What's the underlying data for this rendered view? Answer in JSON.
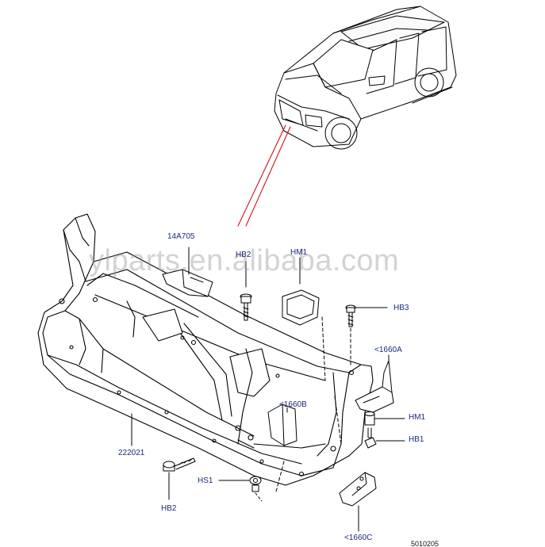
{
  "watermark": "ylparts.en.alibaba.com",
  "diagram_ref": "5010205",
  "parts": {
    "p14a705": "14A705",
    "hb2_top": "HB2",
    "hm1_top": "HM1",
    "hb3": "HB3",
    "b1660a": "<1660A",
    "b1660b": "<1660B",
    "hm1": "HM1",
    "hb1": "HB1",
    "p222021": "222021",
    "hs1": "HS1",
    "hb2_bottom": "HB2",
    "b1660c": "<1660C"
  },
  "colors": {
    "label": "#1a2a7a",
    "line": "#000000",
    "leader": "#cc0000"
  }
}
